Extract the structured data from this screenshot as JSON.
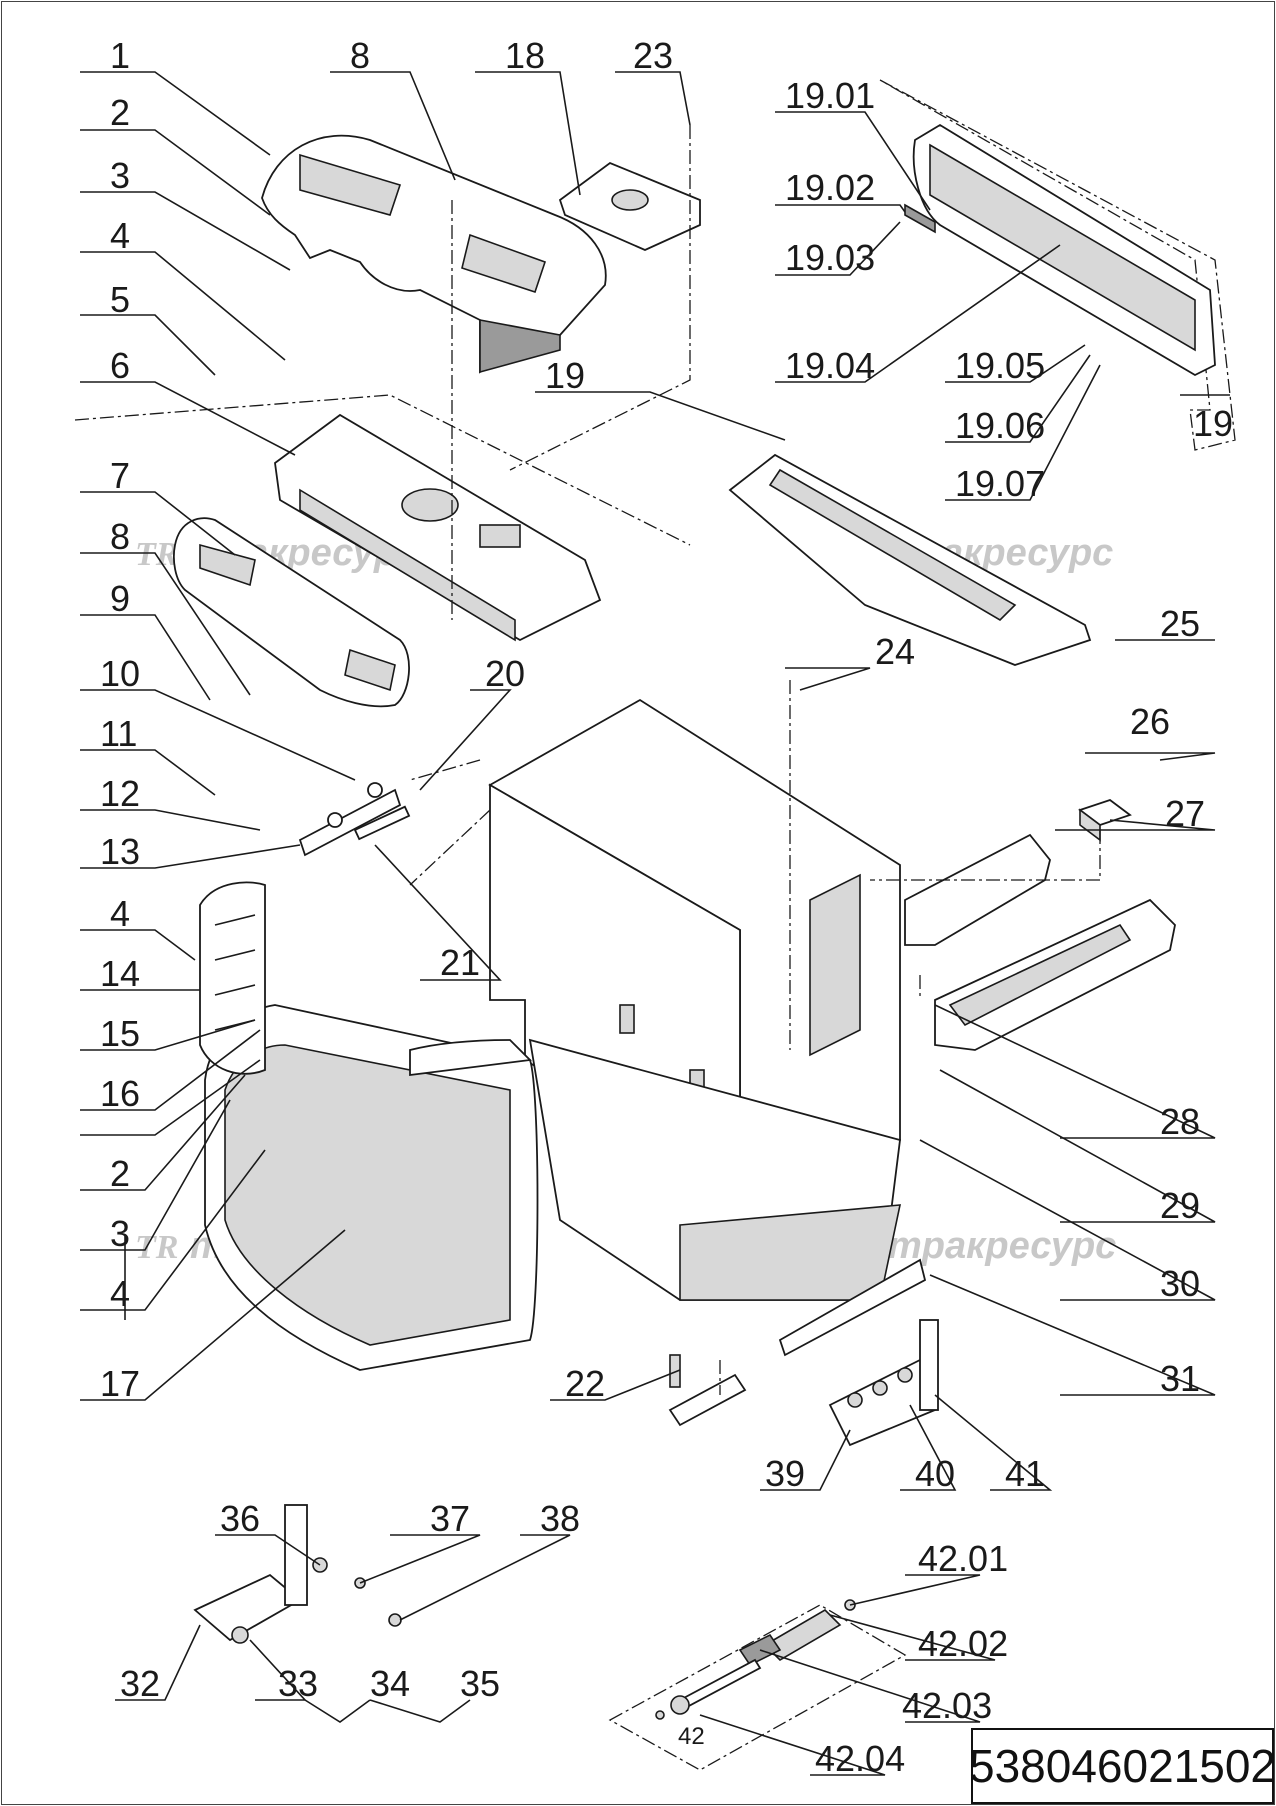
{
  "drawing_code": "538046021502",
  "watermark_text": "тракресурс",
  "watermark_logo": "TR",
  "callouts": [
    {
      "id": "c1",
      "text": "1"
    },
    {
      "id": "c2",
      "text": "2"
    },
    {
      "id": "c3",
      "text": "3"
    },
    {
      "id": "c4",
      "text": "4"
    },
    {
      "id": "c5",
      "text": "5"
    },
    {
      "id": "c6",
      "text": "6"
    },
    {
      "id": "c7",
      "text": "7"
    },
    {
      "id": "c8",
      "text": "8"
    },
    {
      "id": "c9",
      "text": "9"
    },
    {
      "id": "c10",
      "text": "10"
    },
    {
      "id": "c11",
      "text": "11"
    },
    {
      "id": "c12",
      "text": "12"
    },
    {
      "id": "c13",
      "text": "13"
    },
    {
      "id": "c4b",
      "text": "4"
    },
    {
      "id": "c14",
      "text": "14"
    },
    {
      "id": "c15",
      "text": "15"
    },
    {
      "id": "c16",
      "text": "16"
    },
    {
      "id": "c2b",
      "text": "2"
    },
    {
      "id": "c3b",
      "text": "3"
    },
    {
      "id": "c4c",
      "text": "4"
    },
    {
      "id": "c17",
      "text": "17"
    },
    {
      "id": "c8b",
      "text": "8"
    },
    {
      "id": "c18",
      "text": "18"
    },
    {
      "id": "c23",
      "text": "23"
    },
    {
      "id": "c1901",
      "text": "19.01"
    },
    {
      "id": "c1902",
      "text": "19.02"
    },
    {
      "id": "c1903",
      "text": "19.03"
    },
    {
      "id": "c1904",
      "text": "19.04"
    },
    {
      "id": "c1905",
      "text": "19.05"
    },
    {
      "id": "c1906",
      "text": "19.06"
    },
    {
      "id": "c1907",
      "text": "19.07"
    },
    {
      "id": "c19a",
      "text": "19"
    },
    {
      "id": "c19b",
      "text": "19"
    },
    {
      "id": "c20",
      "text": "20"
    },
    {
      "id": "c21",
      "text": "21"
    },
    {
      "id": "c22",
      "text": "22"
    },
    {
      "id": "c24",
      "text": "24"
    },
    {
      "id": "c25",
      "text": "25"
    },
    {
      "id": "c26",
      "text": "26"
    },
    {
      "id": "c27",
      "text": "27"
    },
    {
      "id": "c28",
      "text": "28"
    },
    {
      "id": "c29",
      "text": "29"
    },
    {
      "id": "c30",
      "text": "30"
    },
    {
      "id": "c31",
      "text": "31"
    },
    {
      "id": "c39",
      "text": "39"
    },
    {
      "id": "c40",
      "text": "40"
    },
    {
      "id": "c41",
      "text": "41"
    },
    {
      "id": "c36",
      "text": "36"
    },
    {
      "id": "c37",
      "text": "37"
    },
    {
      "id": "c38",
      "text": "38"
    },
    {
      "id": "c32",
      "text": "32"
    },
    {
      "id": "c33",
      "text": "33"
    },
    {
      "id": "c34",
      "text": "34"
    },
    {
      "id": "c35",
      "text": "35"
    },
    {
      "id": "c4201",
      "text": "42.01"
    },
    {
      "id": "c4202",
      "text": "42.02"
    },
    {
      "id": "c4203",
      "text": "42.03"
    },
    {
      "id": "c4204",
      "text": "42.04"
    },
    {
      "id": "c42",
      "text": "42"
    }
  ]
}
